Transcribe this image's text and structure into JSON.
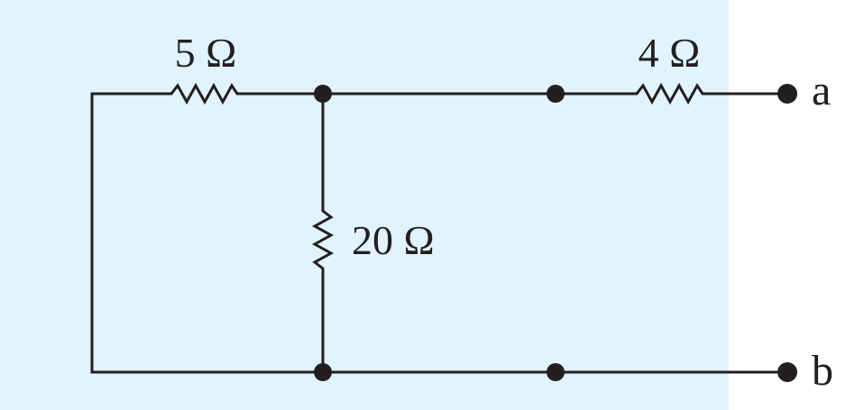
{
  "diagram": {
    "colors": {
      "panel": "#e1f3fc",
      "ink": "#231f20",
      "page": "#ffffff"
    },
    "resistors": {
      "r_left": {
        "label": "5 Ω"
      },
      "r_right": {
        "label": "4 Ω"
      },
      "r_shunt": {
        "label": "20 Ω"
      }
    },
    "terminals": {
      "a": {
        "label": "a"
      },
      "b": {
        "label": "b"
      }
    }
  }
}
